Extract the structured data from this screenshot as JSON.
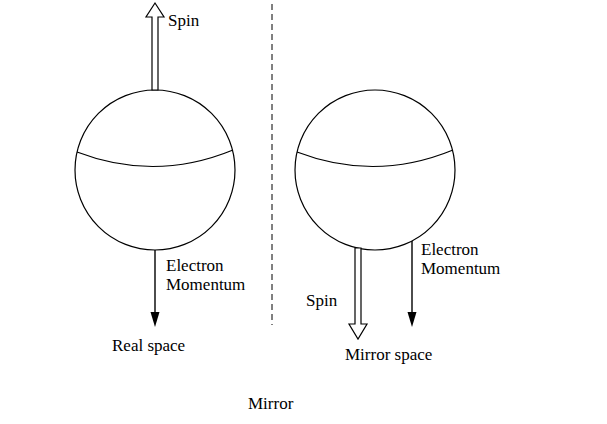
{
  "diagram": {
    "labels": [
      "Spin",
      "Electron Momentum",
      "Real space",
      "Spin",
      "Electron Momentum",
      "Mirror space",
      "Mirror"
    ]
  }
}
